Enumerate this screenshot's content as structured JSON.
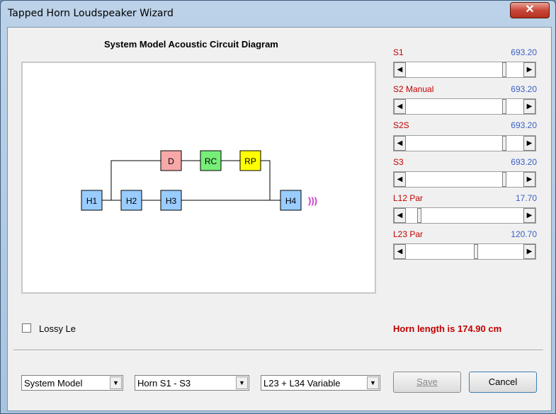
{
  "window": {
    "title": "Tapped Horn Loudspeaker Wizard",
    "close_glyph": "✕"
  },
  "diagram": {
    "title": "System Model Acoustic Circuit Diagram",
    "blocks": {
      "H1": "H1",
      "H2": "H2",
      "H3": "H3",
      "H4": "H4",
      "D": "D",
      "RC": "RC",
      "RP": "RP"
    },
    "sound_glyph": ")))",
    "colors": {
      "horn": "#99ccff",
      "D": "#f7a8a8",
      "RC": "#77ee77",
      "RP": "#ffff00",
      "sound": "#cc33cc"
    }
  },
  "sliders": [
    {
      "label": "S1",
      "value": "693.20",
      "position": 0.85
    },
    {
      "label": "S2  Manual",
      "value": "693.20",
      "position": 0.85
    },
    {
      "label": "S2S",
      "value": "693.20",
      "position": 0.85
    },
    {
      "label": "S3",
      "value": "693.20",
      "position": 0.85
    },
    {
      "label": "L12  Par",
      "value": "17.70",
      "position": 0.1
    },
    {
      "label": "L23  Par",
      "value": "120.70",
      "position": 0.6
    }
  ],
  "lossy": {
    "label": "Lossy Le",
    "checked": false
  },
  "horn_length_text": "Horn length is 174.90 cm",
  "combos": {
    "model": {
      "value": "System Model"
    },
    "horn": {
      "value": "Horn S1 - S3"
    },
    "variable": {
      "value": "L23 + L34 Variable"
    }
  },
  "buttons": {
    "save": "Save",
    "cancel": "Cancel"
  }
}
